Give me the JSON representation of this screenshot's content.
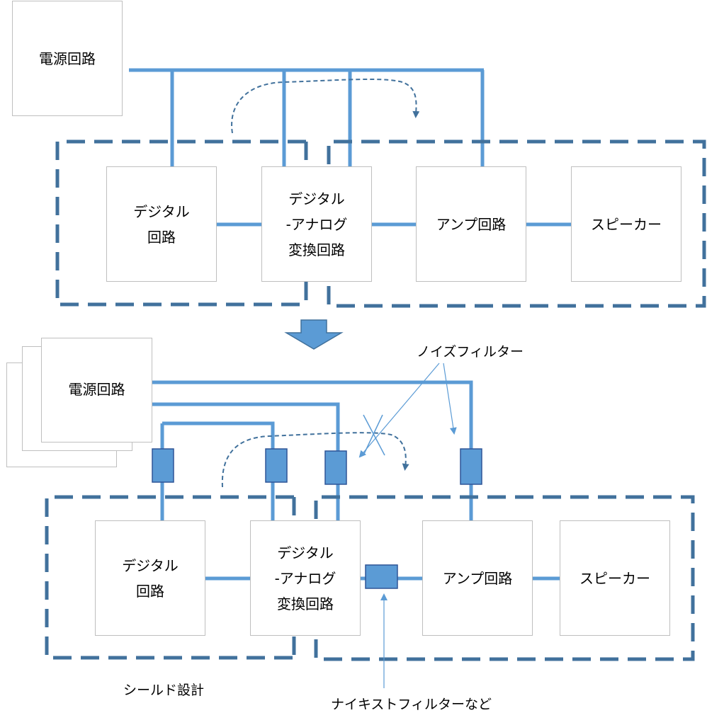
{
  "colors": {
    "wire": "#5b9bd5",
    "shield": "#41719c",
    "filter_fill": "#5b9bd5",
    "filter_stroke": "#2f5597",
    "box_border": "#bfbfbf"
  },
  "before": {
    "psu": "電源回路",
    "digital": "デジタル\n回路",
    "dac": "デジタル\n-アナログ\n変換回路",
    "amp": "アンプ回路",
    "speaker": "スピーカー"
  },
  "after": {
    "psu": "電源回路",
    "digital": "デジタル\n回路",
    "dac": "デジタル\n-アナログ\n変換回路",
    "amp": "アンプ回路",
    "speaker": "スピーカー"
  },
  "annotations": {
    "noise_filter": "ノイズフィルター",
    "shield_design": "シールド設計",
    "nyquist_filter": "ナイキストフィルターなど"
  },
  "icons": {
    "transition": "down-arrow-icon",
    "noise": "dashed-curved-arrow-icon",
    "blocked": "cross-mark-icon"
  }
}
